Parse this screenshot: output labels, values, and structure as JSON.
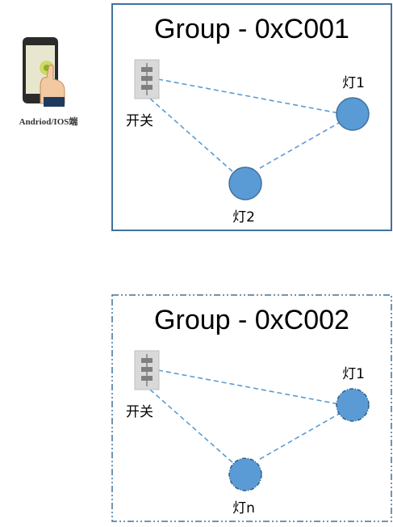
{
  "app": {
    "label": "Andriod/IOS端"
  },
  "groups": [
    {
      "title": "Group - 0xC001",
      "switch_label": "开关",
      "lamp_a_label": "灯1",
      "lamp_b_label": "灯2",
      "border_style": "solid"
    },
    {
      "title": "Group - 0xC002",
      "switch_label": "开关",
      "lamp_a_label": "灯1",
      "lamp_b_label": "灯n",
      "border_style": "dash-dot"
    }
  ],
  "colors": {
    "box_border": "#41719c",
    "lamp_fill": "#5b9bd5",
    "lamp_stroke": "#41719c",
    "link": "#5b9bd5"
  }
}
